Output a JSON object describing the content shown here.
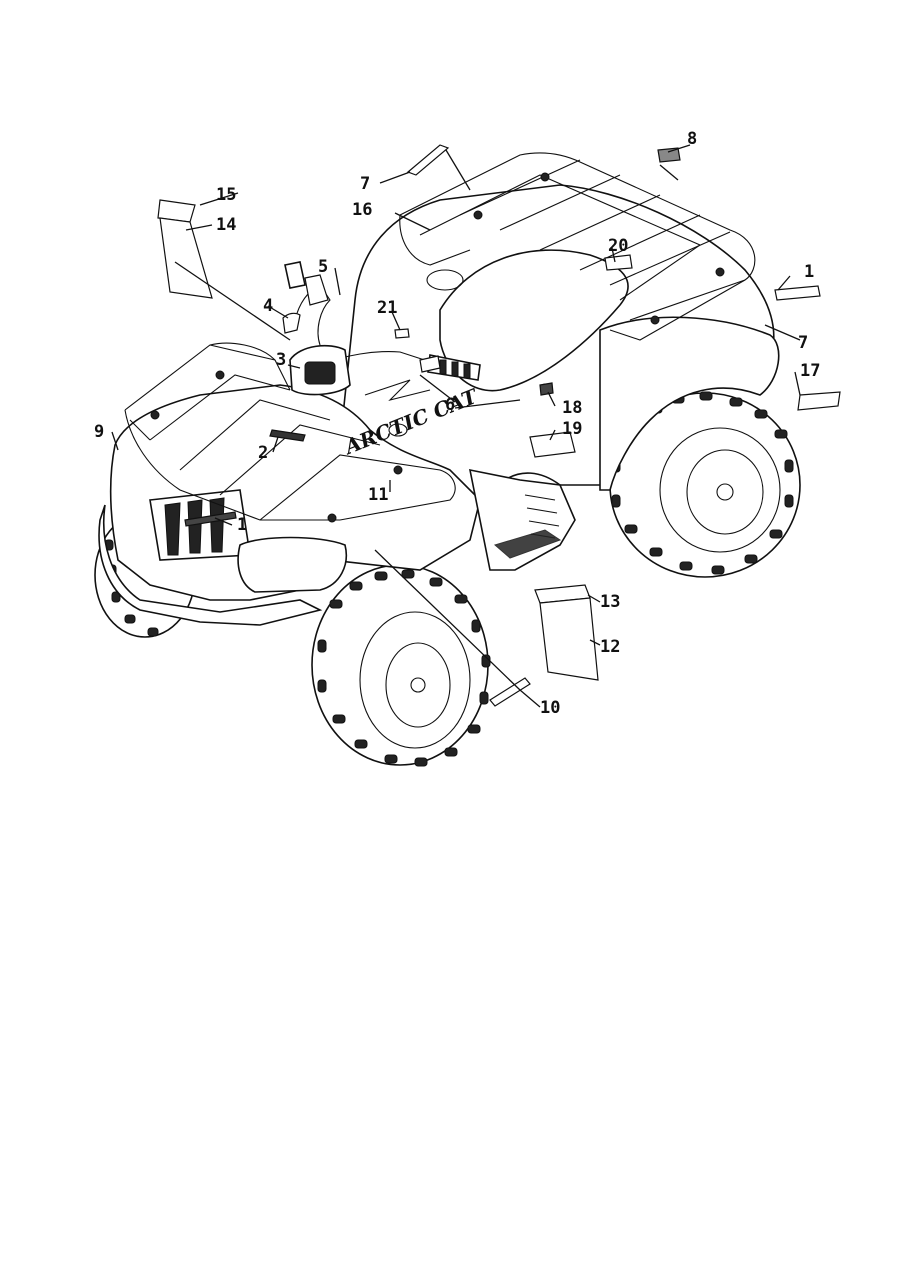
{
  "diagram": {
    "vehicle_logo": "ARCTIC CAT",
    "callouts": [
      {
        "id": "c1-rear",
        "label": "1"
      },
      {
        "id": "c1-front",
        "label": "1"
      },
      {
        "id": "c2",
        "label": "2"
      },
      {
        "id": "c3",
        "label": "3"
      },
      {
        "id": "c4",
        "label": "4"
      },
      {
        "id": "c5",
        "label": "5"
      },
      {
        "id": "c6",
        "label": "6"
      },
      {
        "id": "c7-top",
        "label": "7"
      },
      {
        "id": "c7-rear",
        "label": "7"
      },
      {
        "id": "c8",
        "label": "8"
      },
      {
        "id": "c9",
        "label": "9"
      },
      {
        "id": "c10",
        "label": "10"
      },
      {
        "id": "c11",
        "label": "11"
      },
      {
        "id": "c12",
        "label": "12"
      },
      {
        "id": "c13",
        "label": "13"
      },
      {
        "id": "c14",
        "label": "14"
      },
      {
        "id": "c15",
        "label": "15"
      },
      {
        "id": "c16",
        "label": "16"
      },
      {
        "id": "c17",
        "label": "17"
      },
      {
        "id": "c18",
        "label": "18"
      },
      {
        "id": "c19",
        "label": "19"
      },
      {
        "id": "c20",
        "label": "20"
      },
      {
        "id": "c21",
        "label": "21"
      }
    ]
  }
}
